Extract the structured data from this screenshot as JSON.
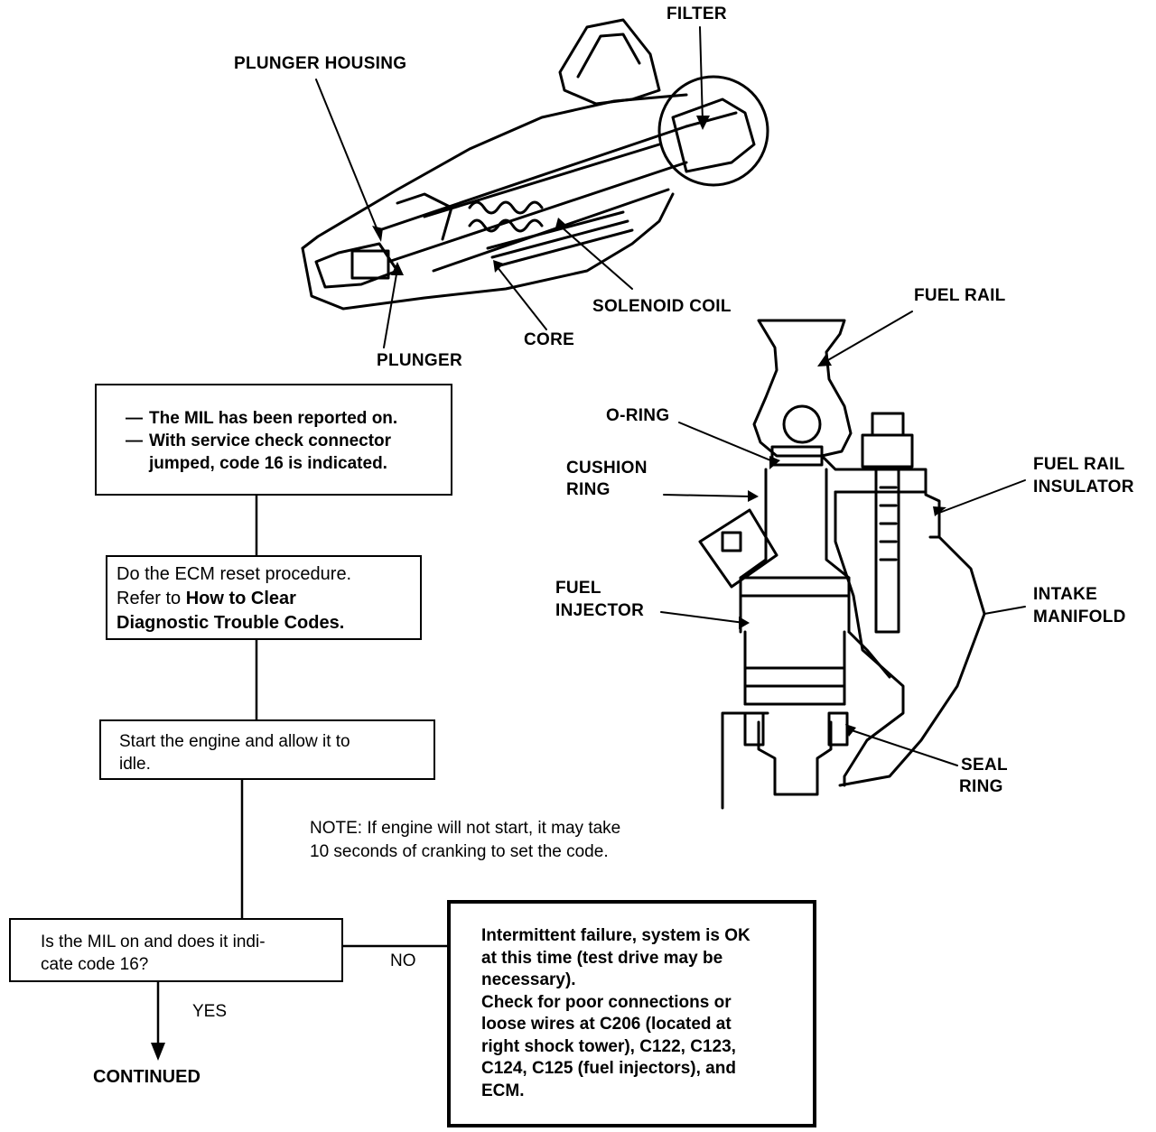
{
  "labels": {
    "filter": "FILTER",
    "plunger_housing": "PLUNGER HOUSING",
    "solenoid_coil": "SOLENOID COIL",
    "core": "CORE",
    "plunger": "PLUNGER",
    "fuel_rail": "FUEL RAIL",
    "o_ring": "O-RING",
    "cushion_ring_1": "CUSHION",
    "cushion_ring_2": "RING",
    "fuel_rail_insulator_1": "FUEL RAIL",
    "fuel_rail_insulator_2": "INSULATOR",
    "fuel_injector_1": "FUEL",
    "fuel_injector_2": "INJECTOR",
    "intake_manifold_1": "INTAKE",
    "intake_manifold_2": "MANIFOLD",
    "seal_ring_1": "SEAL",
    "seal_ring_2": "RING"
  },
  "flow": {
    "box1": {
      "line1": "The MIL has been reported on.",
      "line2a": "With service check connector",
      "line2b": "jumped, code 16 is indicated."
    },
    "box2": {
      "line1": "Do the ECM reset procedure.",
      "line2_prefix": "Refer to ",
      "line2_bold": "How to Clear",
      "line3_bold": "Diagnostic Trouble Codes."
    },
    "box3": {
      "line1": "Start the engine and allow it to",
      "line2": "idle."
    },
    "note": {
      "line1": "NOTE: If engine will not start, it may take",
      "line2": "10 seconds of cranking to set the code."
    },
    "box4": {
      "line1": "Is the MIL on and does it indi-",
      "line2": "cate code 16?"
    },
    "no_label": "NO",
    "yes_label": "YES",
    "continued": "CONTINUED",
    "box5": {
      "line1": "Intermittent failure, system is OK",
      "line2": "at this time (test drive may be",
      "line3": "necessary).",
      "line4": "Check for poor connections or",
      "line5": "loose wires at C206 (located at",
      "line6": "right shock tower), C122, C123,",
      "line7": "C124, C125 (fuel injectors), and",
      "line8": "ECM."
    }
  }
}
